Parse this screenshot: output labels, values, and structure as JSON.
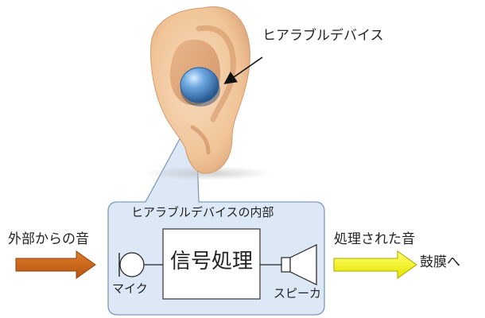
{
  "labels": {
    "device": "ヒアラブルデバイス",
    "panel_title": "ヒアラブルデバイスの内部",
    "outside_sound": "外部からの音",
    "processed_sound": "処理された音",
    "to_eardrum": "鼓膜へ",
    "mic": "マイク",
    "signal_processing": "信号処理",
    "speaker": "スピーカ"
  },
  "colors": {
    "ear_skin": "#f3c99f",
    "ear_shadow": "#d9a276",
    "device_blue": "#3f83c8",
    "panel_fill": "#dce8f6",
    "panel_stroke": "#7f9ab8",
    "input_arrow": "#c8661c",
    "output_arrow": "#f2f20a"
  }
}
